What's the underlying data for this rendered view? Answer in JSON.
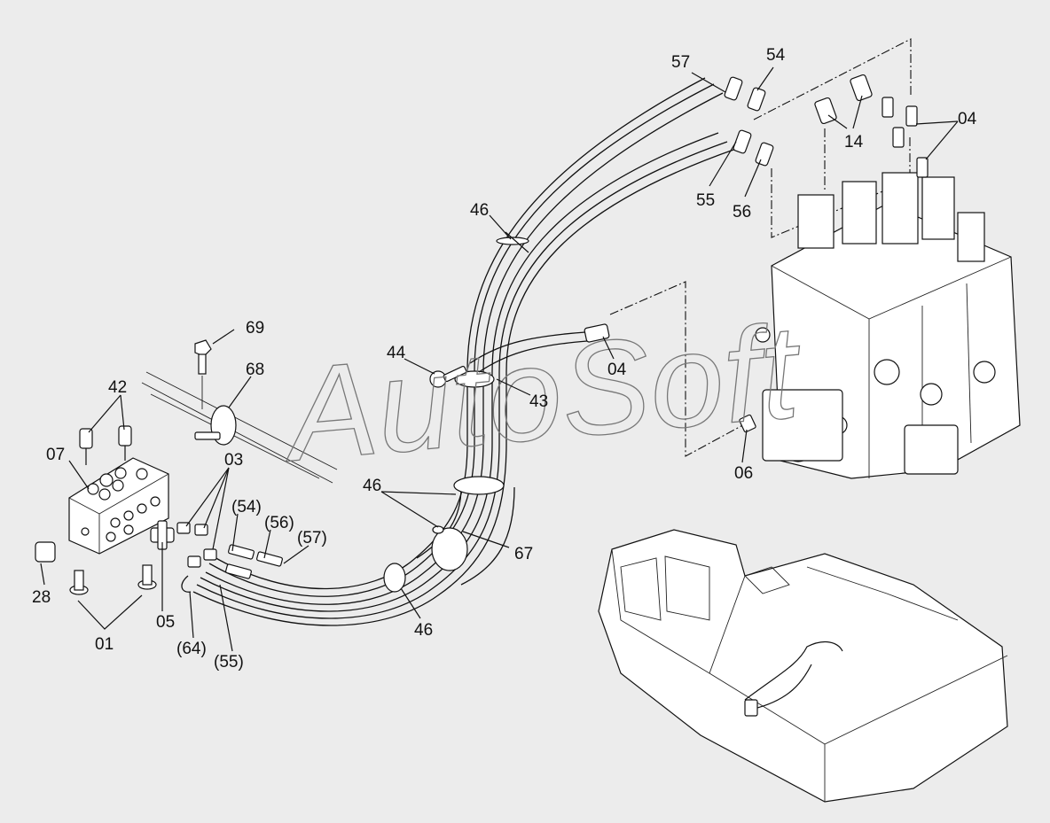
{
  "watermark": "AutoSoft",
  "callouts": {
    "p57": "57",
    "p54": "54",
    "p14": "14",
    "p04_top": "04",
    "p55_top": "55",
    "p56_top": "56",
    "p46_upper": "46",
    "p69": "69",
    "p68": "68",
    "p42": "42",
    "p44": "44",
    "p04_mid": "04",
    "p43": "43",
    "p06": "06",
    "p07": "07",
    "p03": "03",
    "p54_paren": "(54)",
    "p56_paren": "(56)",
    "p57_paren": "(57)",
    "p46_mid": "46",
    "p67": "67",
    "p28": "28",
    "p05": "05",
    "p01": "01",
    "p64_paren": "(64)",
    "p55_paren": "(55)",
    "p46_lower": "46"
  }
}
